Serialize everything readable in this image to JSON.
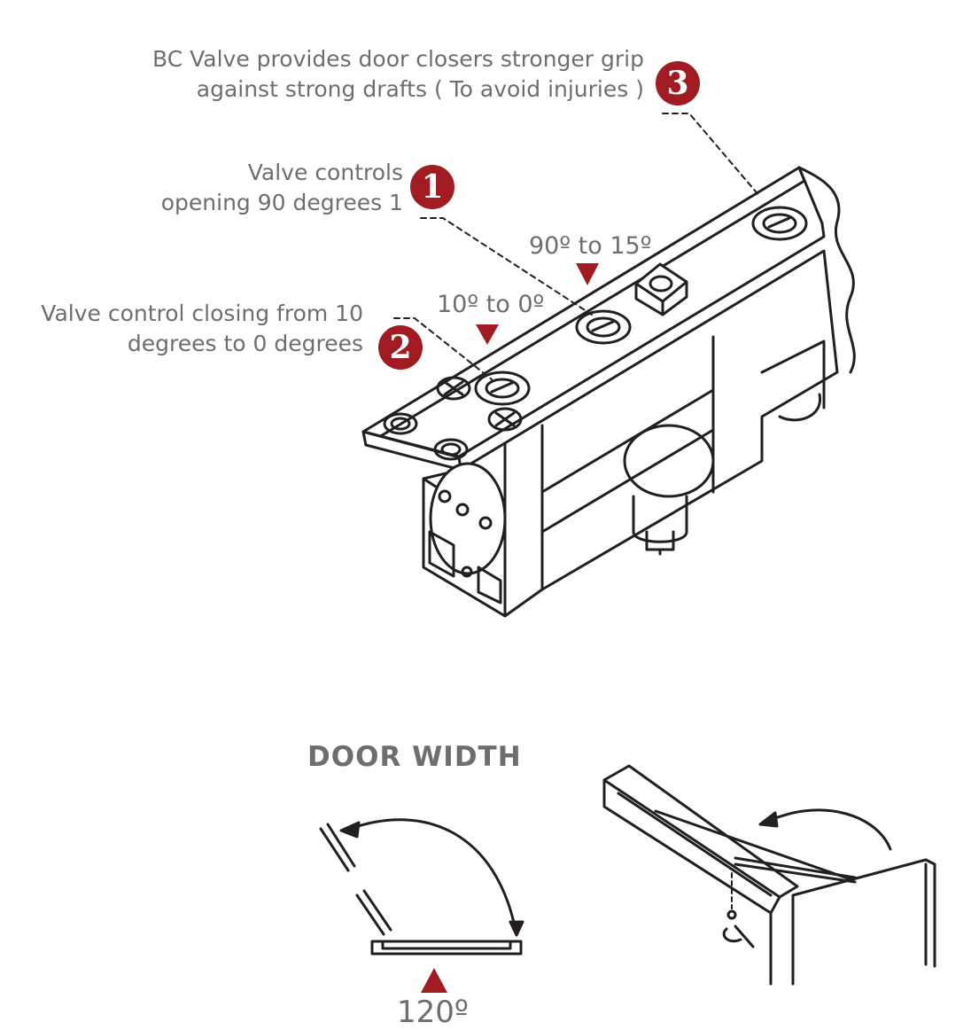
{
  "callouts": [
    {
      "number": "3",
      "line1": "BC Valve provides door closers stronger grip",
      "line2": "against strong drafts ( To avoid injuries )"
    },
    {
      "number": "1",
      "line1": "Valve controls",
      "line2": "opening 90 degrees 1"
    },
    {
      "number": "2",
      "line1": "Valve control closing from 10",
      "line2": "degrees to 0 degrees"
    }
  ],
  "valve_ranges": {
    "upper": "90º to 15º",
    "lower": "10º to 0º"
  },
  "door_width": {
    "heading": "DOOR WIDTH",
    "angle": "120º"
  },
  "colors": {
    "accent": "#a01b22",
    "text": "#6d6e70",
    "line": "#231f20"
  }
}
